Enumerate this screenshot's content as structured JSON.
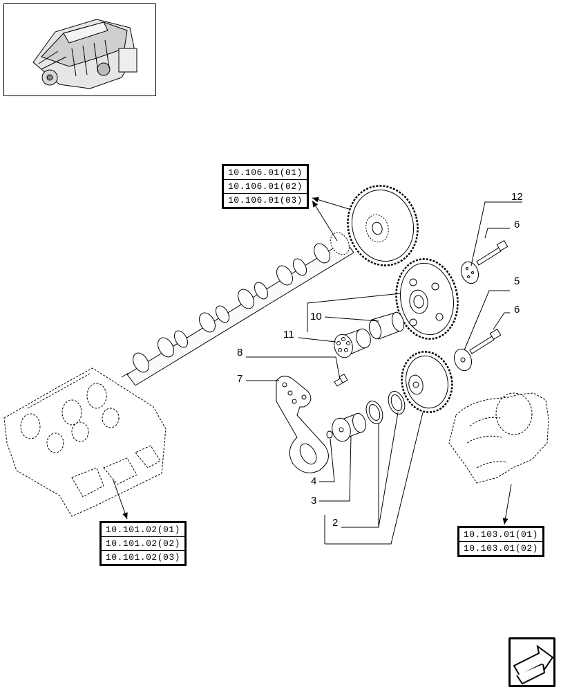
{
  "reference_tables": {
    "camshaft": [
      "10.106.01(01)",
      "10.106.01(02)",
      "10.106.01(03)"
    ],
    "cylinder_head": [
      "10.101.02(01)",
      "10.101.02(02)",
      "10.101.02(03)"
    ],
    "crankshaft": [
      "10.103.01(01)",
      "10.103.01(02)"
    ]
  },
  "callouts": {
    "c12": "12",
    "c6a": "6",
    "c5": "5",
    "c6b": "6",
    "c10": "10",
    "c11": "11",
    "c8": "8",
    "c7": "7",
    "c4": "4",
    "c3": "3",
    "c2": "2"
  },
  "icons": {
    "thumbnail": "engine-thumbnail-icon",
    "next": "next-page-arrow-icon"
  }
}
